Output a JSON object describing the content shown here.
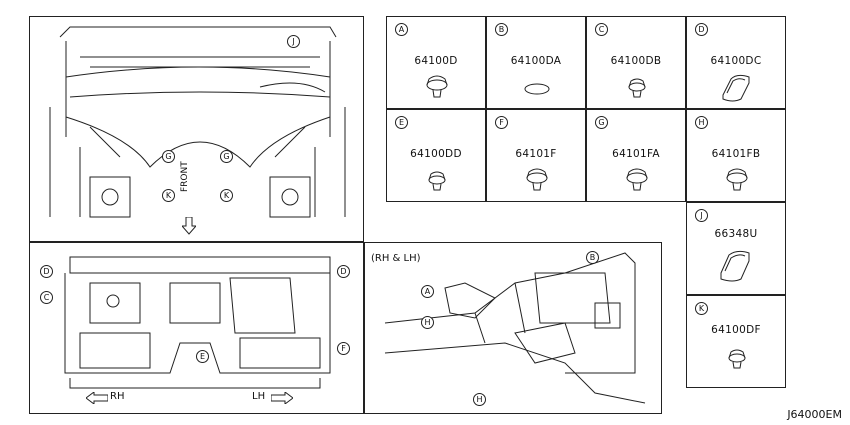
{
  "diagram_code": "J64000EM",
  "rh_lh_note": "(RH & LH)",
  "front_label": "FRONT",
  "rh_label": "RH",
  "lh_label": "LH",
  "parts": [
    {
      "letter": "A",
      "part_no": "64100D"
    },
    {
      "letter": "B",
      "part_no": "64100DA"
    },
    {
      "letter": "C",
      "part_no": "64100DB"
    },
    {
      "letter": "D",
      "part_no": "64100DC"
    },
    {
      "letter": "E",
      "part_no": "64100DD"
    },
    {
      "letter": "F",
      "part_no": "64101F"
    },
    {
      "letter": "G",
      "part_no": "64101FA"
    },
    {
      "letter": "H",
      "part_no": "64101FB"
    },
    {
      "letter": "J",
      "part_no": "66348U"
    },
    {
      "letter": "K",
      "part_no": "64100DF"
    }
  ],
  "callouts": {
    "top_view": [
      "J",
      "G",
      "G",
      "K",
      "K"
    ],
    "bottom_view": [
      "D",
      "D",
      "C",
      "F",
      "E"
    ],
    "side_view": [
      "A",
      "B",
      "H",
      "H"
    ]
  }
}
